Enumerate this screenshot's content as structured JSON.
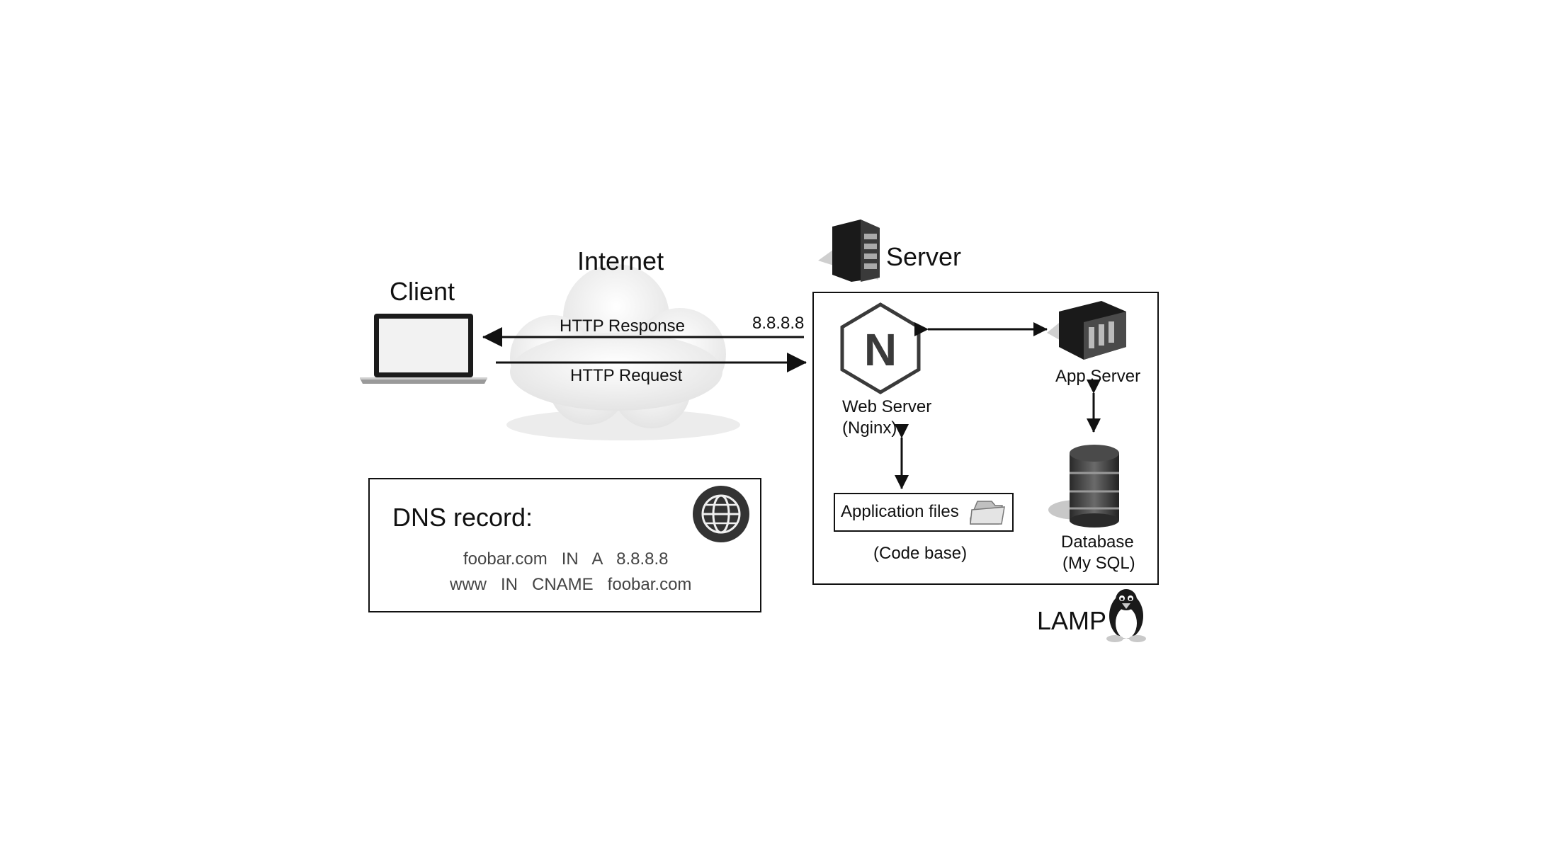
{
  "labels": {
    "client": "Client",
    "internet": "Internet",
    "server": "Server",
    "http_response": "HTTP Response",
    "http_request": "HTTP Request",
    "ip": "8.8.8.8",
    "web_server_line1": "Web Server",
    "web_server_line2": "(Nginx)",
    "app_server": "App Server",
    "application_files": "Application files",
    "code_base": "(Code base)",
    "database_line1": "Database",
    "database_line2": "(My SQL)",
    "lamp": "LAMP"
  },
  "dns": {
    "title": "DNS record:",
    "line1": "foobar.com   IN   A   8.8.8.8",
    "line2": "www   IN   CNAME   foobar.com"
  },
  "icons": {
    "nginx_letter": "N"
  }
}
